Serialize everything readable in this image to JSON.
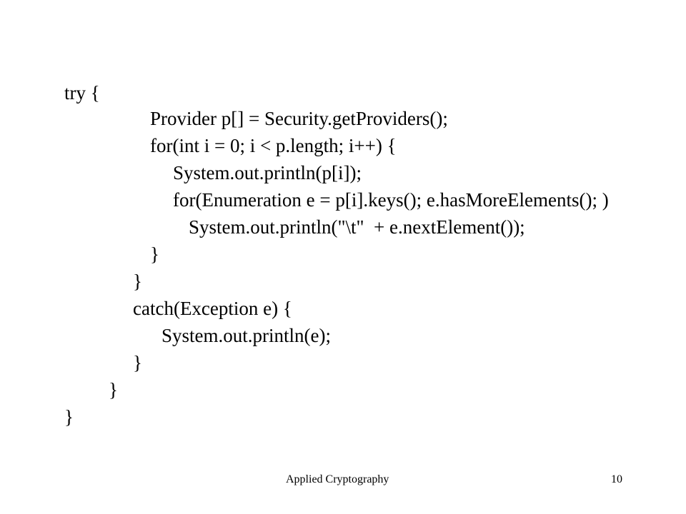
{
  "slide": {
    "code_lines": [
      "try {",
      "Provider p[] = Security.getProviders();",
      "for(int i = 0; i < p.length; i++) {",
      "System.out.println(p[i]);",
      "for(Enumeration e = p[i].keys(); e.hasMoreElements(); )",
      "System.out.println(\"\\t\"  + e.nextElement());",
      "}",
      "}",
      "catch(Exception e) {",
      "System.out.println(e);",
      "}",
      "}",
      "}"
    ],
    "footer": {
      "title": "Applied Cryptography",
      "page_number": "10"
    }
  }
}
